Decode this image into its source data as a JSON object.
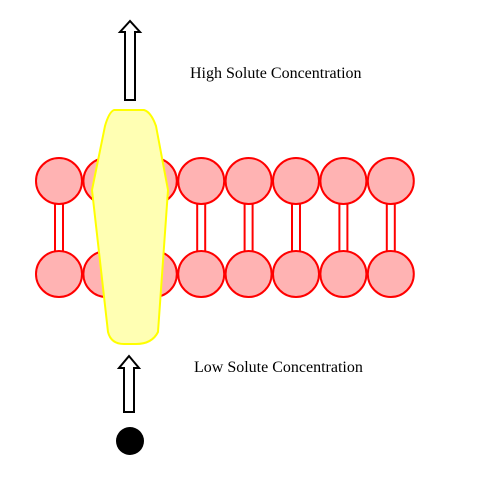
{
  "labels": {
    "high": "High Solute Concentration",
    "low": "Low Solute Concentration"
  },
  "membrane": {
    "phospholipid_head_fill": "#ffb3b3",
    "phospholipid_stroke": "#ff0000",
    "phospholipid_count_per_layer": 8
  },
  "protein": {
    "fill": "#ffffb3",
    "stroke": "#ffff00"
  },
  "arrows": {
    "outline": "#000000",
    "direction": "up"
  },
  "solute": {
    "icon": "solute-particle",
    "color": "#000000"
  }
}
